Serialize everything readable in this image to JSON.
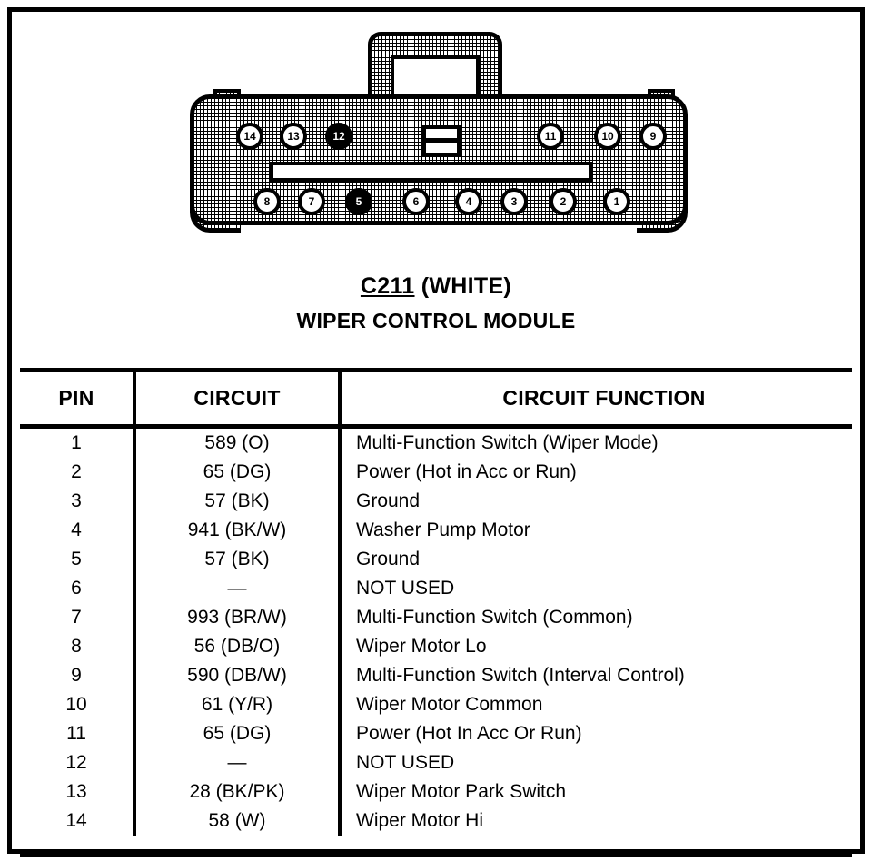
{
  "connector": {
    "code": "C211",
    "color_label": "(WHITE)",
    "module_name": "WIPER CONTROL MODULE",
    "top_row_pins": [
      {
        "label": "14",
        "filled": false
      },
      {
        "label": "13",
        "filled": false
      },
      {
        "label": "12",
        "filled": true
      },
      {
        "label": "11",
        "filled": false
      },
      {
        "label": "10",
        "filled": false
      },
      {
        "label": "9",
        "filled": false
      }
    ],
    "bottom_row_pins": [
      {
        "label": "8",
        "filled": false
      },
      {
        "label": "7",
        "filled": false
      },
      {
        "label": "5",
        "filled": true
      },
      {
        "label": "6",
        "filled": false
      },
      {
        "label": "4",
        "filled": false
      },
      {
        "label": "3",
        "filled": false
      },
      {
        "label": "2",
        "filled": false
      },
      {
        "label": "1",
        "filled": false
      }
    ]
  },
  "table": {
    "headers": [
      "PIN",
      "CIRCUIT",
      "CIRCUIT FUNCTION"
    ],
    "rows": [
      {
        "pin": "1",
        "circuit": "589 (O)",
        "function": "Multi-Function Switch (Wiper Mode)"
      },
      {
        "pin": "2",
        "circuit": "65 (DG)",
        "function": "Power (Hot in Acc or Run)"
      },
      {
        "pin": "3",
        "circuit": "57 (BK)",
        "function": "Ground"
      },
      {
        "pin": "4",
        "circuit": "941 (BK/W)",
        "function": "Washer Pump Motor"
      },
      {
        "pin": "5",
        "circuit": "57 (BK)",
        "function": "Ground"
      },
      {
        "pin": "6",
        "circuit": "—",
        "function": "NOT USED"
      },
      {
        "pin": "7",
        "circuit": "993 (BR/W)",
        "function": "Multi-Function Switch (Common)"
      },
      {
        "pin": "8",
        "circuit": "56 (DB/O)",
        "function": "Wiper Motor Lo"
      },
      {
        "pin": "9",
        "circuit": "590 (DB/W)",
        "function": "Multi-Function Switch (Interval Control)"
      },
      {
        "pin": "10",
        "circuit": "61 (Y/R)",
        "function": "Wiper Motor Common"
      },
      {
        "pin": "11",
        "circuit": "65 (DG)",
        "function": "Power (Hot In Acc Or Run)"
      },
      {
        "pin": "12",
        "circuit": "—",
        "function": "NOT USED"
      },
      {
        "pin": "13",
        "circuit": "28 (BK/PK)",
        "function": "Wiper Motor Park Switch"
      },
      {
        "pin": "14",
        "circuit": "58 (W)",
        "function": "Wiper Motor Hi"
      }
    ]
  },
  "colors": {
    "ink": "#000000",
    "paper": "#ffffff"
  }
}
